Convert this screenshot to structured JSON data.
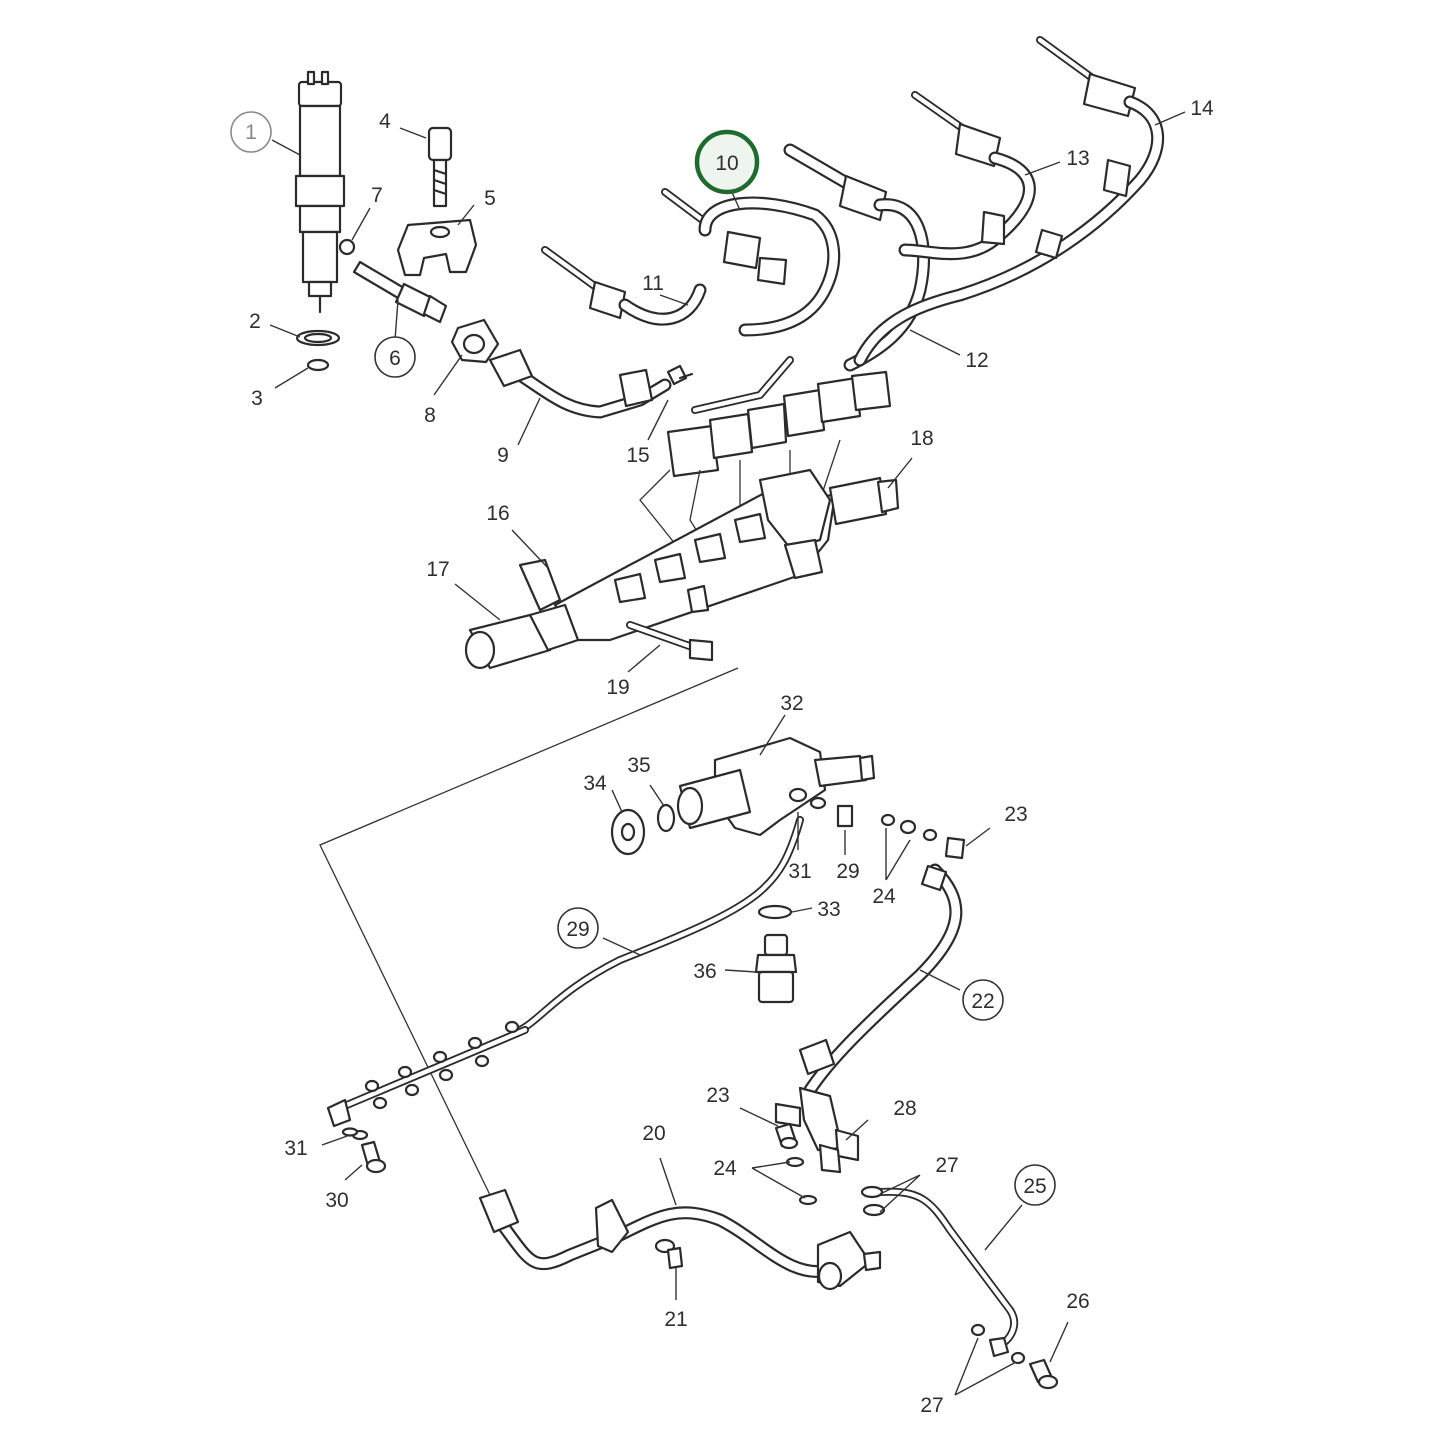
{
  "colors": {
    "line": "#2b2b2b",
    "highlight": "#1f6b2e",
    "muted": "#8a8a8a",
    "background": "#ffffff"
  },
  "callouts": {
    "c1": "1",
    "c2": "2",
    "c3": "3",
    "c4": "4",
    "c5": "5",
    "c6": "6",
    "c7": "7",
    "c8": "8",
    "c9": "9",
    "c10": "10",
    "c11": "11",
    "c12": "12",
    "c13": "13",
    "c14": "14",
    "c15": "15",
    "c16": "16",
    "c17": "17",
    "c18": "18",
    "c19": "19",
    "c20": "20",
    "c21": "21",
    "c22": "22",
    "c23a": "23",
    "c23b": "23",
    "c24a": "24",
    "c24b": "24",
    "c25": "25",
    "c26": "26",
    "c27a": "27",
    "c27b": "27",
    "c28": "28",
    "c29a": "29",
    "c29b": "29",
    "c30": "30",
    "c31a": "31",
    "c31b": "31",
    "c32": "32",
    "c33": "33",
    "c34": "34",
    "c35": "35",
    "c36": "36"
  },
  "highlighted_callout": "10"
}
